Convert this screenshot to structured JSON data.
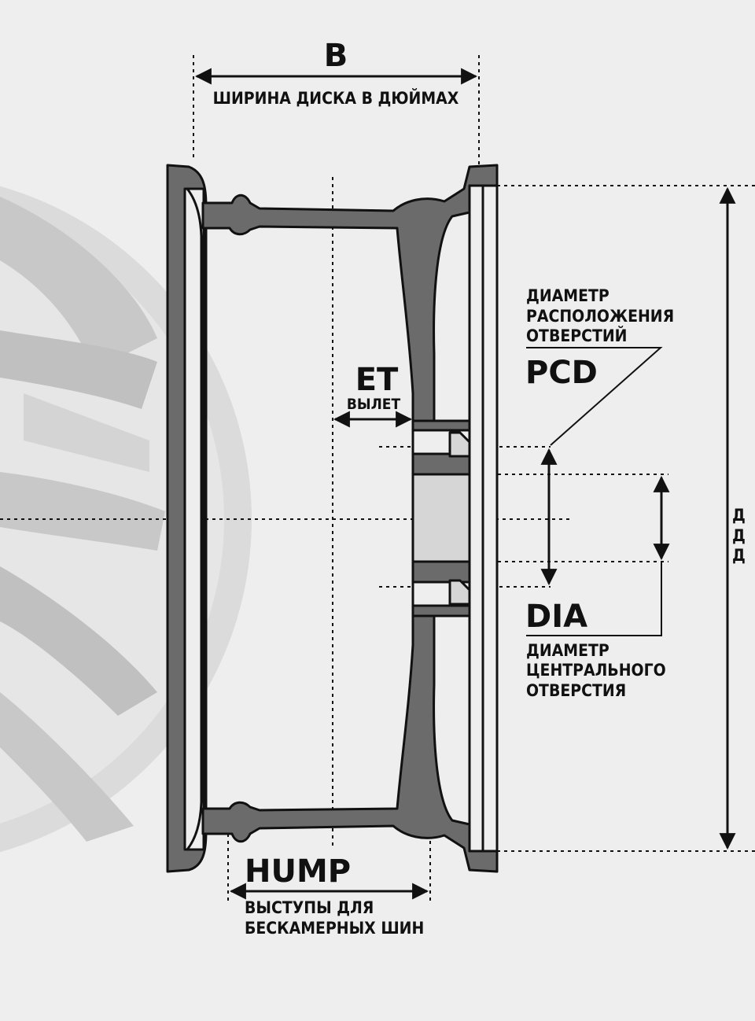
{
  "labels": {
    "b_letter": "B",
    "b_caption": "ШИРИНА ДИСКА В ДЮЙМАХ",
    "et_letter": "ET",
    "et_caption": "ВЫЛЕТ",
    "pcd_caption_1": "ДИАМЕТР",
    "pcd_caption_2": "РАСПОЛОЖЕНИЯ",
    "pcd_caption_3": "ОТВЕРСТИЙ",
    "pcd_letter": "PCD",
    "dia_letter": "DIA",
    "dia_caption_1": "ДИАМЕТР",
    "dia_caption_2": "ЦЕНТРАЛЬНОГО",
    "dia_caption_3": "ОТВЕРСТИЯ",
    "hump_letter": "HUMP",
    "hump_caption_1": "ВЫСТУПЫ ДЛЯ",
    "hump_caption_2": "БЕСКАМЕРНЫХ ШИН",
    "edge_fragment_1": "Д",
    "edge_fragment_2": "Д",
    "edge_fragment_3": "Д"
  },
  "colors": {
    "background": "#eeeeee",
    "rim_fill": "#6b6b6b",
    "rim_stroke": "#111111",
    "hub_bore_fill": "#d6d6d6",
    "ghost_wheel": "#c8c8c8",
    "line": "#111111"
  }
}
